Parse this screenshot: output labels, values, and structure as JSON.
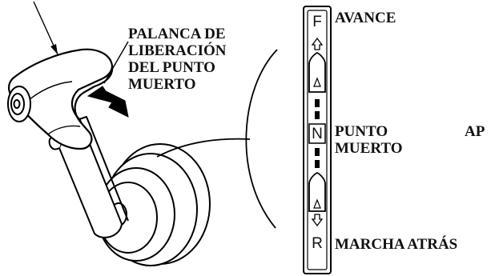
{
  "callouts": {
    "release_lever": [
      "PALANCA DE",
      "LIBERACIÓN",
      "DEL PUNTO",
      "MUERTO"
    ]
  },
  "indicator": {
    "forward_letter": "F",
    "neutral_letter": "N",
    "reverse_letter": "R"
  },
  "positions": {
    "forward": "AVANCE",
    "neutral": [
      "PUNTO",
      "MUERTO"
    ],
    "reverse": "MARCHA ATRÁS"
  },
  "cutoff_text": "AP"
}
